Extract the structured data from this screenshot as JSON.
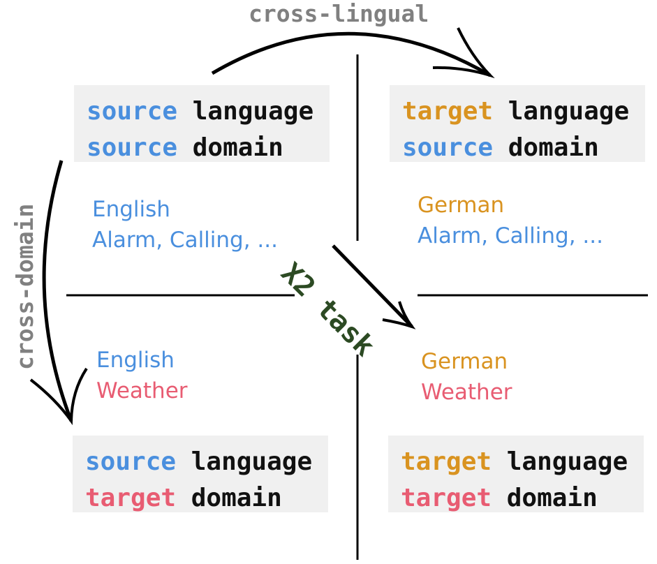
{
  "arrows": {
    "cross_lingual": "cross-lingual",
    "cross_domain": "cross-domain",
    "x2_task": "X2 task"
  },
  "quadrants": {
    "top_left": {
      "line1": {
        "kw": "source",
        "rest": "language"
      },
      "line2": {
        "kw": "source",
        "rest": "domain"
      },
      "examples": {
        "language": "English",
        "domains": "Alarm, Calling, ..."
      }
    },
    "top_right": {
      "line1": {
        "kw": "target",
        "rest": "language"
      },
      "line2": {
        "kw": "source",
        "rest": "domain"
      },
      "examples": {
        "language": "German",
        "domains": "Alarm, Calling, ..."
      }
    },
    "bottom_left": {
      "line1": {
        "kw": "source",
        "rest": "language"
      },
      "line2": {
        "kw": "target",
        "rest": "domain"
      },
      "examples": {
        "language": "English",
        "domains": "Weather"
      }
    },
    "bottom_right": {
      "line1": {
        "kw": "target",
        "rest": "language"
      },
      "line2": {
        "kw": "target",
        "rest": "domain"
      },
      "examples": {
        "language": "German",
        "domains": "Weather"
      }
    }
  },
  "colors": {
    "source": "#4a8fde",
    "target_language": "#d99320",
    "target_domain": "#e85c72",
    "task_label": "#2c4a23",
    "arrow_label": "#808080",
    "box_bg": "#f0f0f0"
  }
}
